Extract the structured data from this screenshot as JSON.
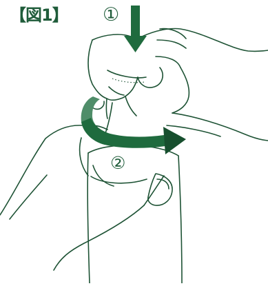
{
  "figure": {
    "title": "【図1】",
    "step1_marker": "①",
    "step2_marker": "②",
    "colors": {
      "line": "#1d5234",
      "arrow": "#1f6b3e",
      "arrow_dark": "#174f2e",
      "arrow_light": "#4f8d69",
      "text": "#1f5c3a"
    },
    "icons": {
      "step1_arrow": "down-arrow-icon",
      "step2_arrow": "rotate-arrow-icon"
    }
  }
}
